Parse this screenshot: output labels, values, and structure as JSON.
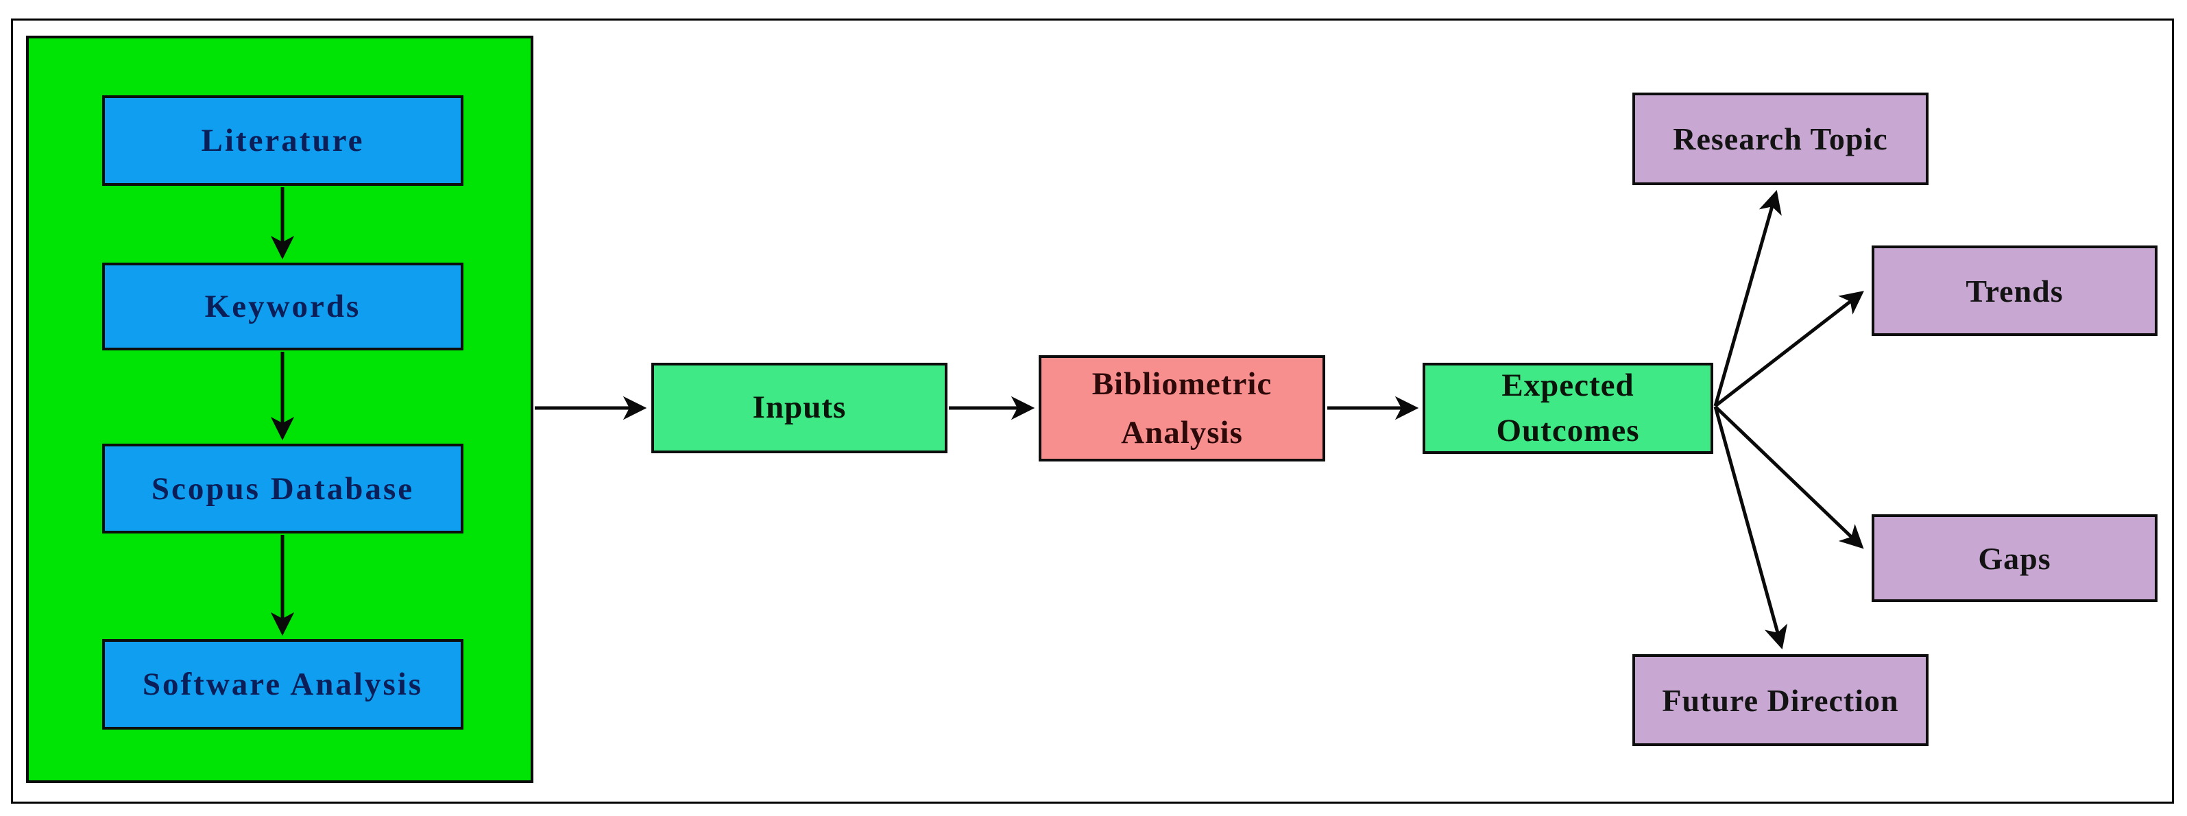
{
  "diagram": {
    "left_panel": {
      "background_color": "#00e405",
      "node_color": "#109ff0",
      "nodes": [
        {
          "label": "Literature"
        },
        {
          "label": "Keywords"
        },
        {
          "label": "Scopus Database"
        },
        {
          "label": "Software Analysis"
        }
      ]
    },
    "pipeline": {
      "inputs": {
        "label": "Inputs",
        "color": "#3ee986"
      },
      "analysis": {
        "label": "Bibliometric Analysis",
        "color": "#f78f8f"
      },
      "outcomes": {
        "label": "Expected Outcomes",
        "color": "#3ee986"
      }
    },
    "outcome_nodes": {
      "color": "#c8a8d2",
      "items": [
        {
          "label": "Research Topic"
        },
        {
          "label": "Trends"
        },
        {
          "label": "Gaps"
        },
        {
          "label": "Future Direction"
        }
      ]
    },
    "line_color": "#0a0a0a"
  }
}
